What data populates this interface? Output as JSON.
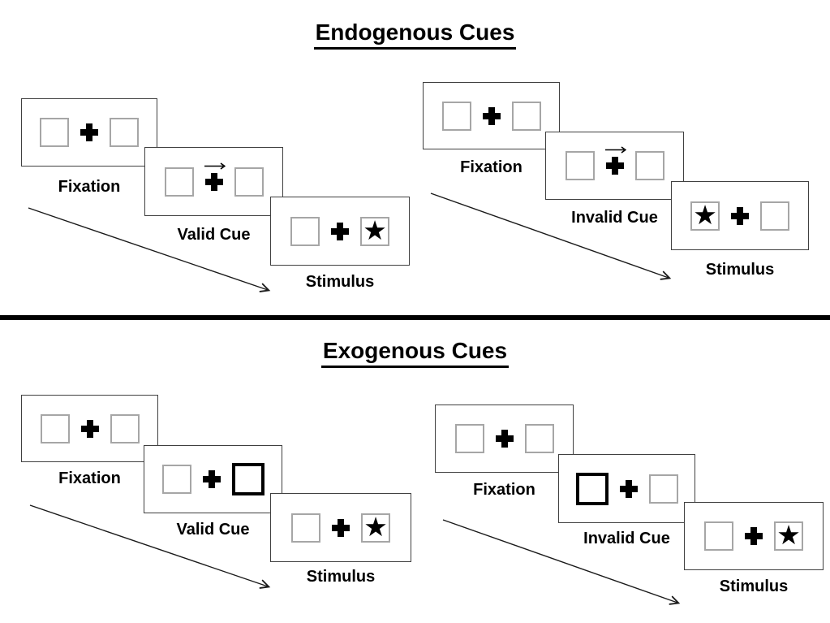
{
  "sections": [
    {
      "title": "Endogenous Cues",
      "groups": [
        {
          "name": "valid-trial",
          "panels": [
            {
              "label": "Fixation",
              "type": "fixation"
            },
            {
              "label": "Valid Cue",
              "type": "arrow-cue",
              "cue_arrow_direction": "right"
            },
            {
              "label": "Stimulus",
              "type": "stimulus",
              "star_side": "right"
            }
          ]
        },
        {
          "name": "invalid-trial",
          "panels": [
            {
              "label": "Fixation",
              "type": "fixation"
            },
            {
              "label": "Invalid Cue",
              "type": "arrow-cue",
              "cue_arrow_direction": "right"
            },
            {
              "label": "Stimulus",
              "type": "stimulus",
              "star_side": "left"
            }
          ]
        }
      ]
    },
    {
      "title": "Exogenous Cues",
      "groups": [
        {
          "name": "valid-trial",
          "panels": [
            {
              "label": "Fixation",
              "type": "fixation"
            },
            {
              "label": "Valid Cue",
              "type": "box-cue",
              "highlighted_box_side": "right"
            },
            {
              "label": "Stimulus",
              "type": "stimulus",
              "star_side": "right"
            }
          ]
        },
        {
          "name": "invalid-trial",
          "panels": [
            {
              "label": "Fixation",
              "type": "fixation"
            },
            {
              "label": "Invalid Cue",
              "type": "box-cue",
              "highlighted_box_side": "left"
            },
            {
              "label": "Stimulus",
              "type": "stimulus",
              "star_side": "right"
            }
          ]
        }
      ]
    }
  ],
  "icons": {
    "star": "★",
    "fixation_cross": "plus-cross",
    "cue_arrow": "right-arrow",
    "timeline_arrow": "diagonal-down-right-arrow"
  },
  "colors": {
    "ink": "#000000",
    "panel_border": "#404040",
    "square_border": "#a6a6a6",
    "background": "#ffffff"
  }
}
